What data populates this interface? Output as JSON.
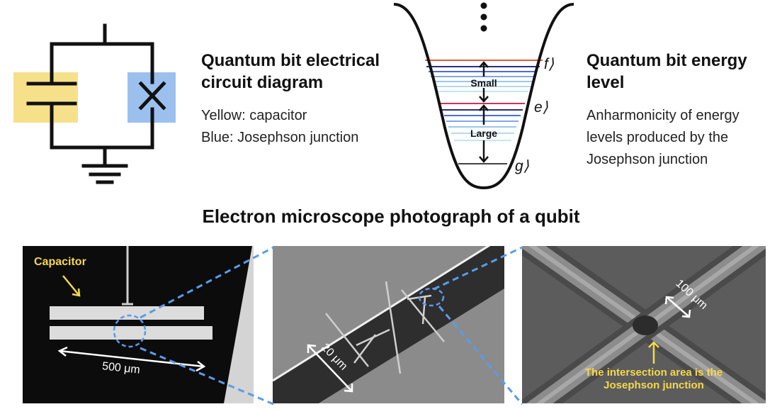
{
  "circuit": {
    "title_line1": "Quantum bit electrical",
    "title_line2": "circuit diagram",
    "legend_yellow": "Yellow: capacitor",
    "legend_blue": "Blue: Josephson junction",
    "colors": {
      "capacitor": "#f6e08a",
      "junction": "#9cc0ee"
    }
  },
  "energy": {
    "title_line1": "Quantum bit energy",
    "title_line2": "level",
    "desc_line1": "Anharmonicity of energy",
    "desc_line2": "levels produced by the",
    "desc_line3": "Josephson junction",
    "label_small": "Small",
    "label_large": "Large",
    "state_f": "f⟩",
    "state_e": "e⟩",
    "state_g": "g⟩"
  },
  "microscope": {
    "title": "Electron microscope photograph of a qubit",
    "capacitor_label": "Capacitor",
    "scale_500": "500 μm",
    "scale_20": "20 μm",
    "scale_100": "100 μm",
    "junction_line1": "The intersection area is the",
    "junction_line2": "Josephson junction",
    "colors": {
      "label": "#f5d84a",
      "zoom_line": "#5b9bea"
    }
  }
}
